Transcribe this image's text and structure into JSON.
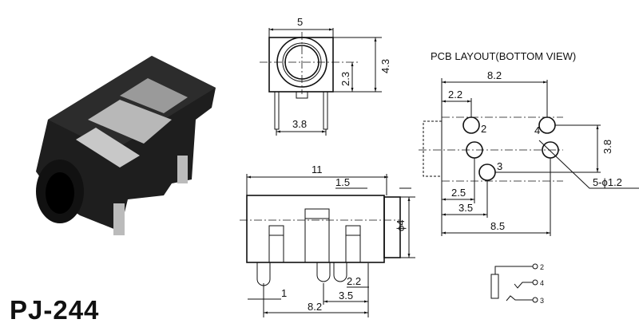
{
  "title": "PJ-244",
  "top_view": {
    "width": "5",
    "height": "4.3",
    "center_height": "2.3",
    "pin_pitch": "3.8"
  },
  "side_view": {
    "length": "11",
    "nose": "1.5",
    "diameter": "ϕ4",
    "pin_a": "1",
    "pin_b": "2.2",
    "pin_c": "3.5",
    "pin_span": "8.2"
  },
  "pcb_layout": {
    "heading": "PCB LAYOUT(BOTTOM VIEW)",
    "dim_top": "8.2",
    "dim_left": "2.2",
    "dim_vertical": "3.8",
    "hole_note": "5-ϕ1.2",
    "dim_a": "2.5",
    "dim_b": "3.5",
    "dim_c": "8.5",
    "pins": [
      "2",
      "4",
      "3"
    ]
  },
  "schematic": {
    "pins": [
      "2",
      "4",
      "3"
    ]
  }
}
